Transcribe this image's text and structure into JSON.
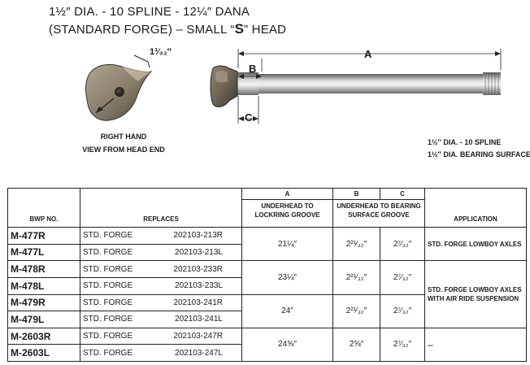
{
  "header": {
    "title_line1": "1½″ DIA. - 10 SPLINE - 12¼″ DANA",
    "title_line2_prefix": "(STANDARD FORGE) – SMALL “",
    "title_line2_s": "S",
    "title_line2_suffix": "” HEAD"
  },
  "illustration": {
    "dim_small": "1³⁄₃₂″",
    "label_a": "A",
    "label_b": "B",
    "label_c": "C",
    "caption_line1": "RIGHT HAND",
    "caption_line2": "VIEW FROM HEAD END",
    "spec_line1": "1½″ DIA. - 10 SPLINE",
    "spec_line2": "1½″ DIA. BEARING SURFACE"
  },
  "table": {
    "headers": {
      "bwp": "BWP NO.",
      "replaces": "REPLACES",
      "a_letter": "A",
      "a_desc": "UNDERHEAD TO LOCKRING GROOVE",
      "b_letter": "B",
      "c_letter": "C",
      "bc_desc": "UNDERHEAD TO BEARING SURFACE GROOVE",
      "application": "APPLICATION"
    },
    "rows": [
      {
        "part": "M-477R",
        "type": "STD. FORGE",
        "ref": "202103-213R"
      },
      {
        "part": "M-477L",
        "type": "STD. FORGE",
        "ref": "202103-213L"
      },
      {
        "part": "M-478R",
        "type": "STD. FORGE",
        "ref": "202103-233R"
      },
      {
        "part": "M-478L",
        "type": "STD. FORGE",
        "ref": "202103-233L"
      },
      {
        "part": "M-479R",
        "type": "STD. FORGE",
        "ref": "202103-241R"
      },
      {
        "part": "M-479L",
        "type": "STD. FORGE",
        "ref": "202103-241L"
      },
      {
        "part": "M-2603R",
        "type": "STD. FORGE",
        "ref": "202103-247R"
      },
      {
        "part": "M-2603L",
        "type": "STD. FORGE",
        "ref": "202103-247L"
      }
    ],
    "groups": [
      {
        "a": "21¼″",
        "b": "2²¹⁄₃₂″",
        "c": "2⁷⁄₃₂″",
        "application": "STD. FORGE LOWBOY AXLES"
      },
      {
        "a": "23¼″",
        "b": "2²¹⁄₃₂″",
        "c": "2⁷⁄₃₂″"
      },
      {
        "a": "24″",
        "b": "2²¹⁄₃₂″",
        "c": "2⁷⁄₃₂″"
      },
      {
        "a": "24⅝″",
        "b": "2⅝″",
        "c": "2⁷⁄₃₂″",
        "application": "–"
      }
    ],
    "shared_application": "STD. FORGE LOWBOY AXLES WITH AIR RIDE SUSPENSION"
  }
}
